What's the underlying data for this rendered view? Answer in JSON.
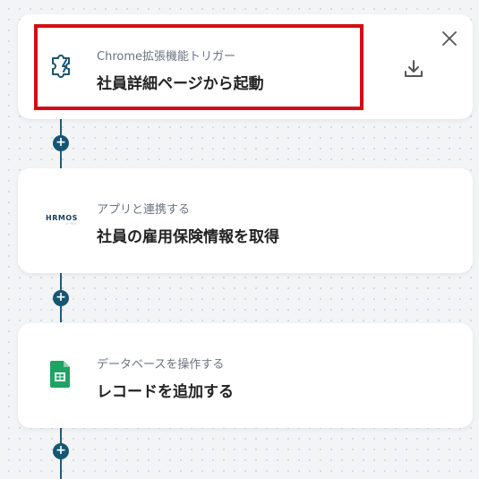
{
  "colors": {
    "connector": "#1f5d7a",
    "highlight": "#d40d12",
    "sheets_green": "#1ea362"
  },
  "steps": [
    {
      "sub_label": "Chrome拡張機能トリガー",
      "title": "社員詳細ページから起動",
      "icon": "puzzle-icon"
    },
    {
      "sub_label": "アプリと連携する",
      "title": "社員の雇用保険情報を取得",
      "icon": "hrmos-logo",
      "logo_text": "HRMOS",
      "logo_tagline": "ハーモス"
    },
    {
      "sub_label": "データベースを操作する",
      "title": "レコードを追加する",
      "icon": "google-sheets-icon"
    }
  ],
  "add_button_symbol": "+"
}
